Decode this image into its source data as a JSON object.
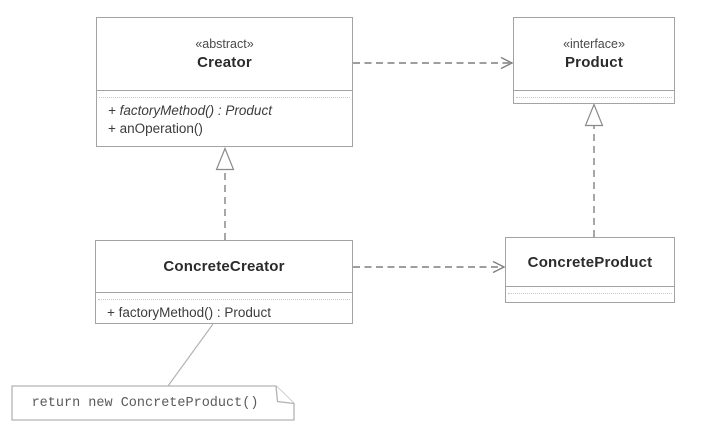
{
  "classes": {
    "creator": {
      "stereotype": "«abstract»",
      "name": "Creator",
      "methods": [
        "+ factoryMethod() : Product",
        "+ anOperation()"
      ]
    },
    "product": {
      "stereotype": "«interface»",
      "name": "Product",
      "methods": []
    },
    "concreteCreator": {
      "name": "ConcreteCreator",
      "methods": [
        "+ factoryMethod() : Product"
      ]
    },
    "concreteProduct": {
      "name": "ConcreteProduct",
      "methods": []
    }
  },
  "note": {
    "text": "return new ConcreteProduct()"
  },
  "relationships": [
    {
      "from": "Creator",
      "to": "Product",
      "type": "dependency",
      "style": "dashed-open-arrow"
    },
    {
      "from": "ConcreteCreator",
      "to": "ConcreteProduct",
      "type": "dependency",
      "style": "dashed-open-arrow"
    },
    {
      "from": "ConcreteCreator",
      "to": "Creator",
      "type": "realization",
      "style": "dashed-hollow-triangle"
    },
    {
      "from": "ConcreteProduct",
      "to": "Product",
      "type": "realization",
      "style": "dashed-hollow-triangle"
    },
    {
      "from": "note",
      "to": "ConcreteCreator.factoryMethod",
      "type": "note-anchor",
      "style": "thin-solid-line"
    }
  ],
  "colors": {
    "background": "#ffffff",
    "box_border": "#a3a3a3",
    "dotted_divider": "#c6c6c6",
    "arrow": "#7f7f7f",
    "note_border": "#b3b3b3",
    "title_text": "#2b2b2b",
    "stereotype_text": "#4a4a4a",
    "method_text": "#3c3c3c",
    "note_text": "#5a5a5a"
  }
}
